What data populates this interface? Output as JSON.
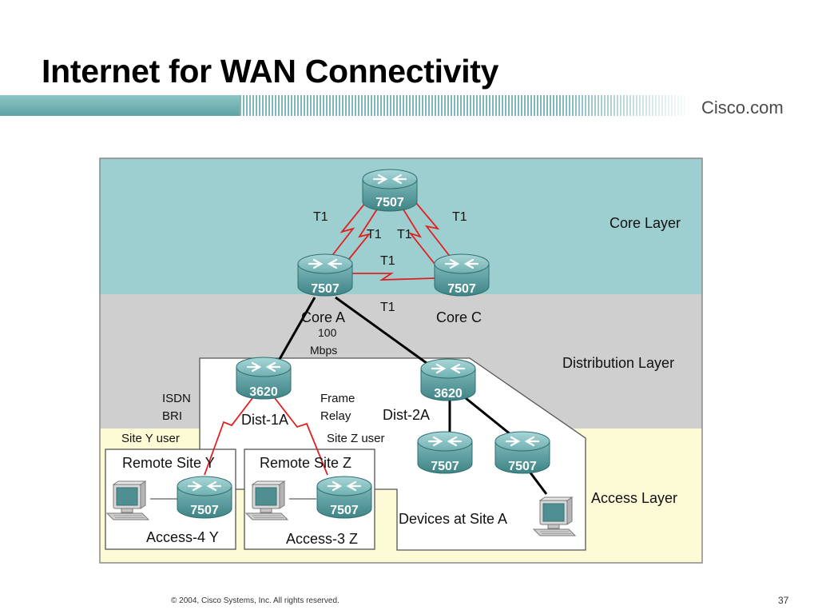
{
  "slide": {
    "title": "Internet for WAN Connectivity",
    "logo_text": "Cisco.com",
    "footer": "© 2004, Cisco Systems, Inc. All rights reserved.",
    "page_number": "37"
  },
  "colors": {
    "core_layer_bg": "#9ecfd0",
    "distribution_layer_bg": "#cfcfcf",
    "access_layer_bg": "#fdfbd6",
    "router_body": "#5f9ea0",
    "serial_link": "#e02020",
    "ethernet_link": "#000000"
  },
  "layers": {
    "core": "Core Layer",
    "distribution": "Distribution Layer",
    "access": "Access Layer"
  },
  "devices": {
    "core_top_model": "7507",
    "core_a_model": "7507",
    "core_a_name": "Core A",
    "core_c_model": "7507",
    "core_c_name": "Core C",
    "dist_1a_model": "3620",
    "dist_1a_name": "Dist-1A",
    "dist_2a_model": "3620",
    "dist_2a_name": "Dist-2A",
    "site_a_router1_model": "7507",
    "site_a_router2_model": "7507",
    "access_4y_model": "7507",
    "access_4y_name": "Access-4 Y",
    "access_3z_model": "7507",
    "access_3z_name": "Access-3 Z"
  },
  "links": {
    "t1_left": "T1",
    "t1_right": "T1",
    "t1_inner_left": "T1",
    "t1_inner_right": "T1",
    "t1_middle": "T1",
    "t1_bottom": "T1",
    "bandwidth_line1": "100",
    "bandwidth_line2": "Mbps",
    "isdn_line1": "ISDN",
    "isdn_line2": "BRI",
    "frame_line1": "Frame",
    "frame_line2": "Relay"
  },
  "sites": {
    "site_y_user": "Site Y user",
    "site_z_user": "Site Z user",
    "remote_site_y": "Remote Site Y",
    "remote_site_z": "Remote Site Z",
    "devices_site_a": "Devices at Site A"
  }
}
